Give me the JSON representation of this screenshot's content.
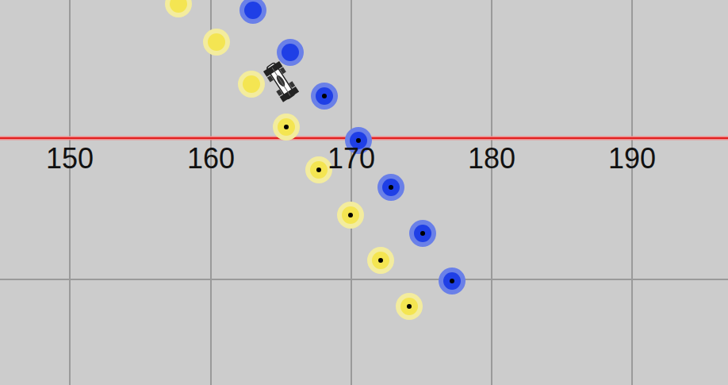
{
  "diagram": {
    "labels": [
      "150",
      "160",
      "170",
      "180",
      "190"
    ]
  }
}
